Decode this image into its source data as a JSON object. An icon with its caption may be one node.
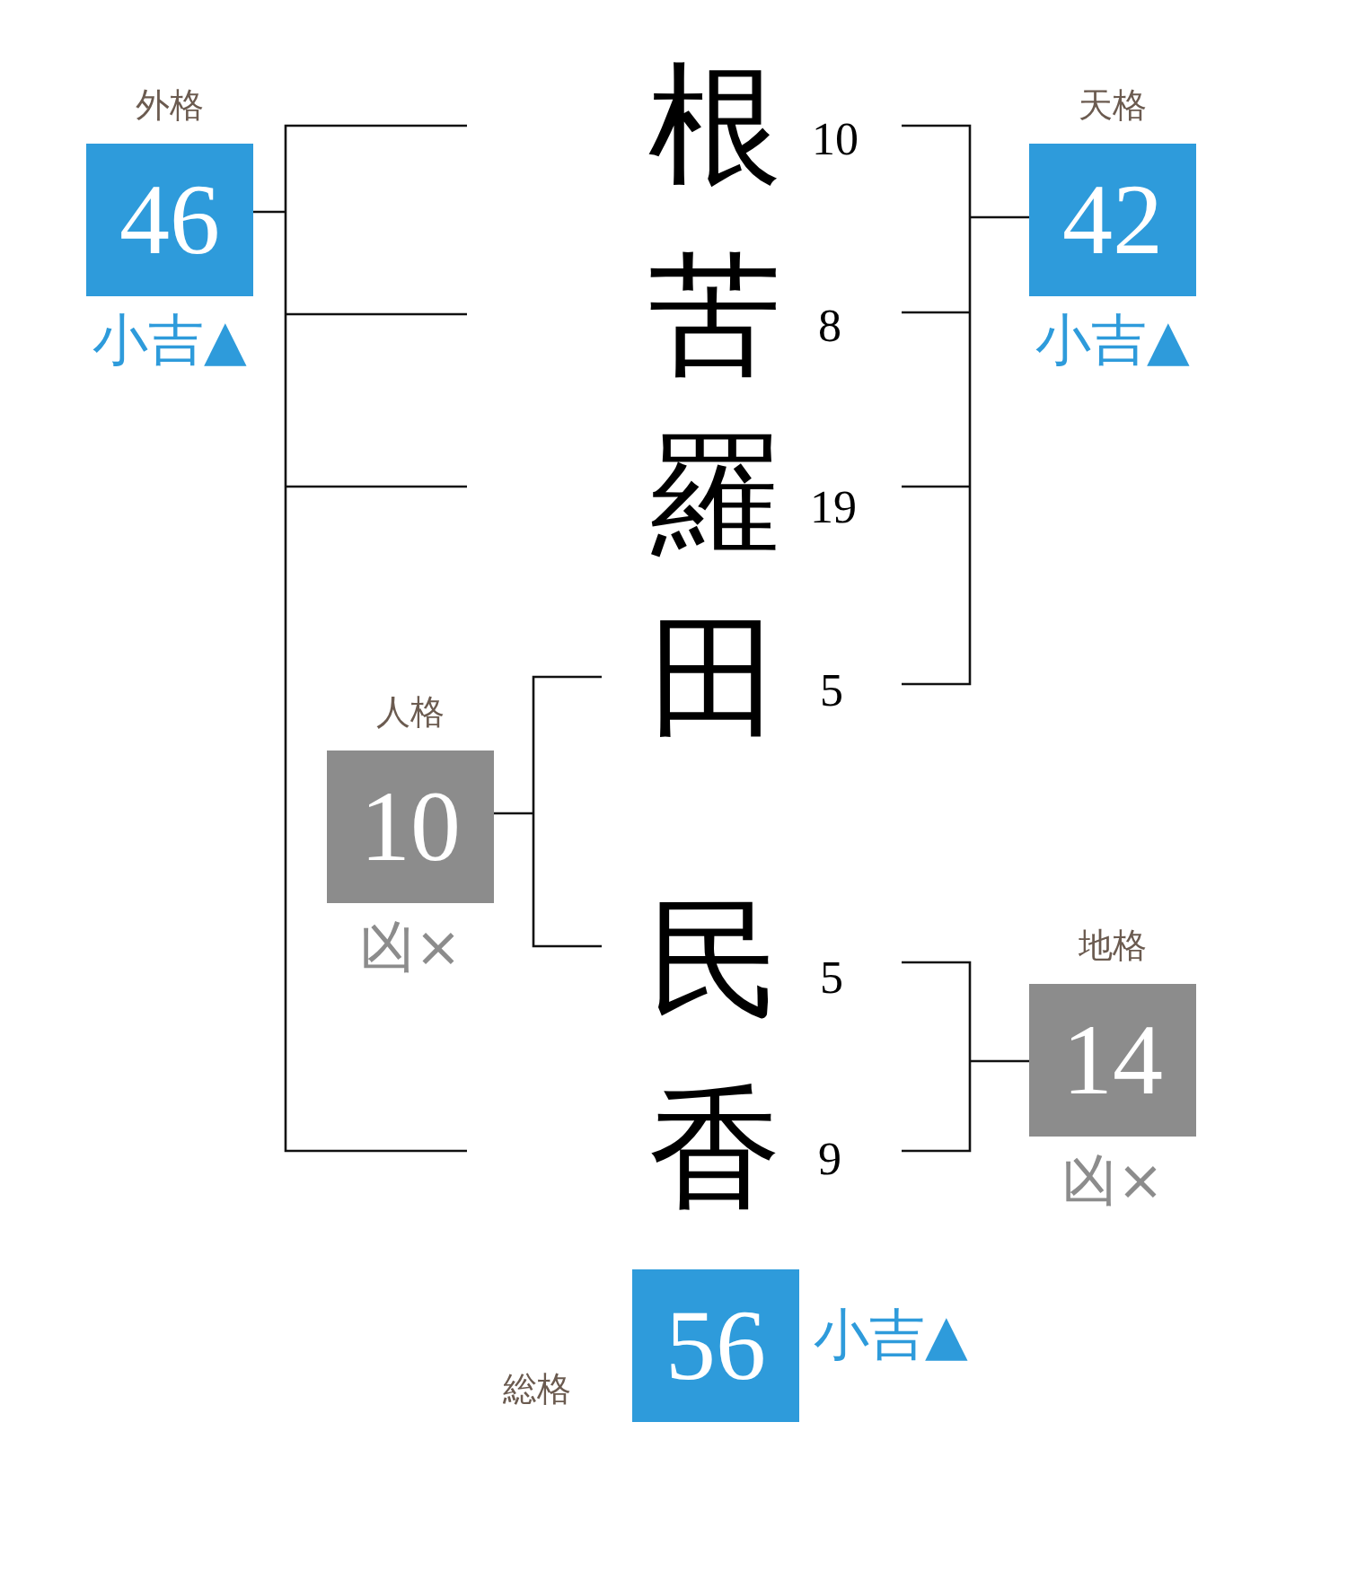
{
  "diagram": {
    "nodes": [
      {
        "text": [
          "外格",
          "46"
        ],
        "beside": [
          "小吉▲"
        ]
      },
      {
        "text": [
          "天格",
          "42"
        ],
        "beside": [
          "小吉▲"
        ]
      },
      {
        "text": [
          "人格",
          "10"
        ],
        "beside": [
          "凶×"
        ]
      },
      {
        "text": [
          "地格",
          "14"
        ],
        "beside": [
          "凶×"
        ]
      },
      {
        "text": [
          "総格",
          "56"
        ],
        "beside": [
          "小吉▲"
        ]
      }
    ],
    "labels": [
      "根",
      "10",
      "苦",
      "8",
      "羅",
      "19",
      "田",
      "5",
      "民",
      "5",
      "香",
      "9"
    ]
  }
}
